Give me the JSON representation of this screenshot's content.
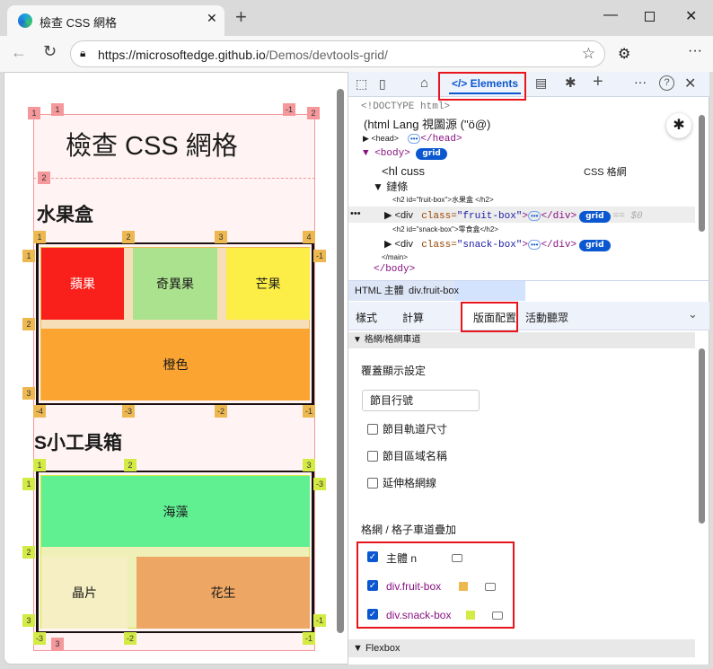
{
  "browser": {
    "tab_title": "檢查 CSS 網格",
    "url": "https://microsoftedge.github.io/Demos/devtools-grid/",
    "url_host": "https://microsoftedge.github.io",
    "url_path": "/Demos/devtools-grid/"
  },
  "page": {
    "title": "檢查 CSS 網格",
    "fruit_heading": "水果盒",
    "snack_heading": "S小工具箱",
    "fruit_cells": [
      "蘋果",
      "奇異果",
      "芒果",
      "橙色"
    ],
    "snack_cells": [
      "海藻",
      "晶片",
      "花生"
    ],
    "body_badges": [
      "1",
      "1",
      "-1",
      "2",
      "2",
      "3"
    ],
    "fruit_col_top": [
      "1",
      "2",
      "3",
      "4"
    ],
    "fruit_col_bottom": [
      "-4",
      "-3",
      "-2",
      "-1"
    ],
    "fruit_row_left": [
      "1",
      "2",
      "3"
    ],
    "fruit_row_right": [
      "-1"
    ],
    "snack_col_top": [
      "1",
      "2",
      "3"
    ],
    "snack_col_bottom": [
      "-3",
      "-2",
      "-1"
    ],
    "snack_row_left": [
      "1",
      "2",
      "3"
    ],
    "snack_row_right": [
      "-3",
      "-1"
    ],
    "colors": {
      "apple": "#f9201b",
      "kiwi": "#abe28e",
      "mango": "#fced47",
      "orange": "#fba432",
      "seaweed": "#60ef91",
      "chips": "#f6efc3",
      "peanuts": "#eda663"
    }
  },
  "devtools": {
    "tabs": {
      "elements": "Elements"
    },
    "dom": {
      "doctype": "<!DOCTYPE html>",
      "html_line": "(html Lang 視圖源 (\"ö@)",
      "head": "<head>",
      "head_close": "</head>",
      "body": "<body>",
      "grid": "grid",
      "h1_line": "<hl cuss",
      "h1_text": "CSS 格網",
      "main_line": "鏈條",
      "h2_fruit": "<h2  id=\"fruit-box\">水果盒 </h2>",
      "div_open": "<div",
      "fruit_class_attr": "class=",
      "fruit_class_val": "\"fruit-box\"",
      "div_close": "</div>",
      "selected_marker": "== $0",
      "h2_snack": "<h2  id=\"snack-box\">零食盒</h2>",
      "snack_class_val": "\"snack-box\"",
      "main_close": "</main>",
      "body_close": "</body>"
    },
    "breadcrumb": [
      "HTML 主體",
      "div.fruit-box"
    ],
    "subtabs": [
      "樣式",
      "計算",
      "版面配置",
      "活動聽眾"
    ],
    "grid_section": "格網/格網車道",
    "overlay_settings": "覆蓋顯示設定",
    "select_value": "節目行號",
    "options": [
      {
        "label": "節目軌道尺寸",
        "checked": false
      },
      {
        "label": "節目區域名稱",
        "checked": false
      },
      {
        "label": "延伸格網線",
        "checked": false
      }
    ],
    "overlays_heading": "格網 / 格子車道疊加",
    "overlays": [
      {
        "label": "主體 n",
        "checked": true,
        "color": ""
      },
      {
        "label": "div.fruit-box",
        "checked": true,
        "color": "#eeb851"
      },
      {
        "label": "div.snack-box",
        "checked": true,
        "color": "#d4ea45"
      }
    ],
    "flexbox_section": "Flexbox"
  }
}
